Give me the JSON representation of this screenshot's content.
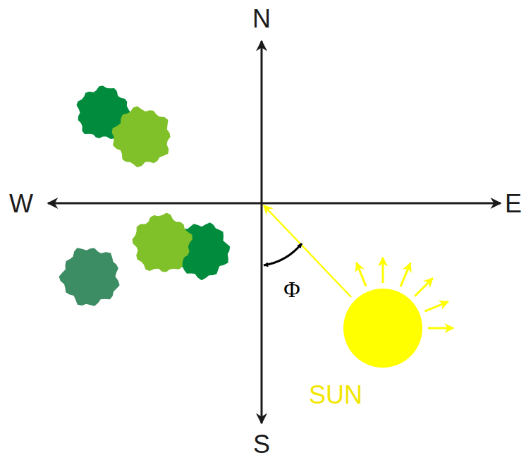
{
  "diagram": {
    "labels": [
      "N",
      "W",
      "E",
      "S",
      "Φ",
      "SUN"
    ]
  }
}
